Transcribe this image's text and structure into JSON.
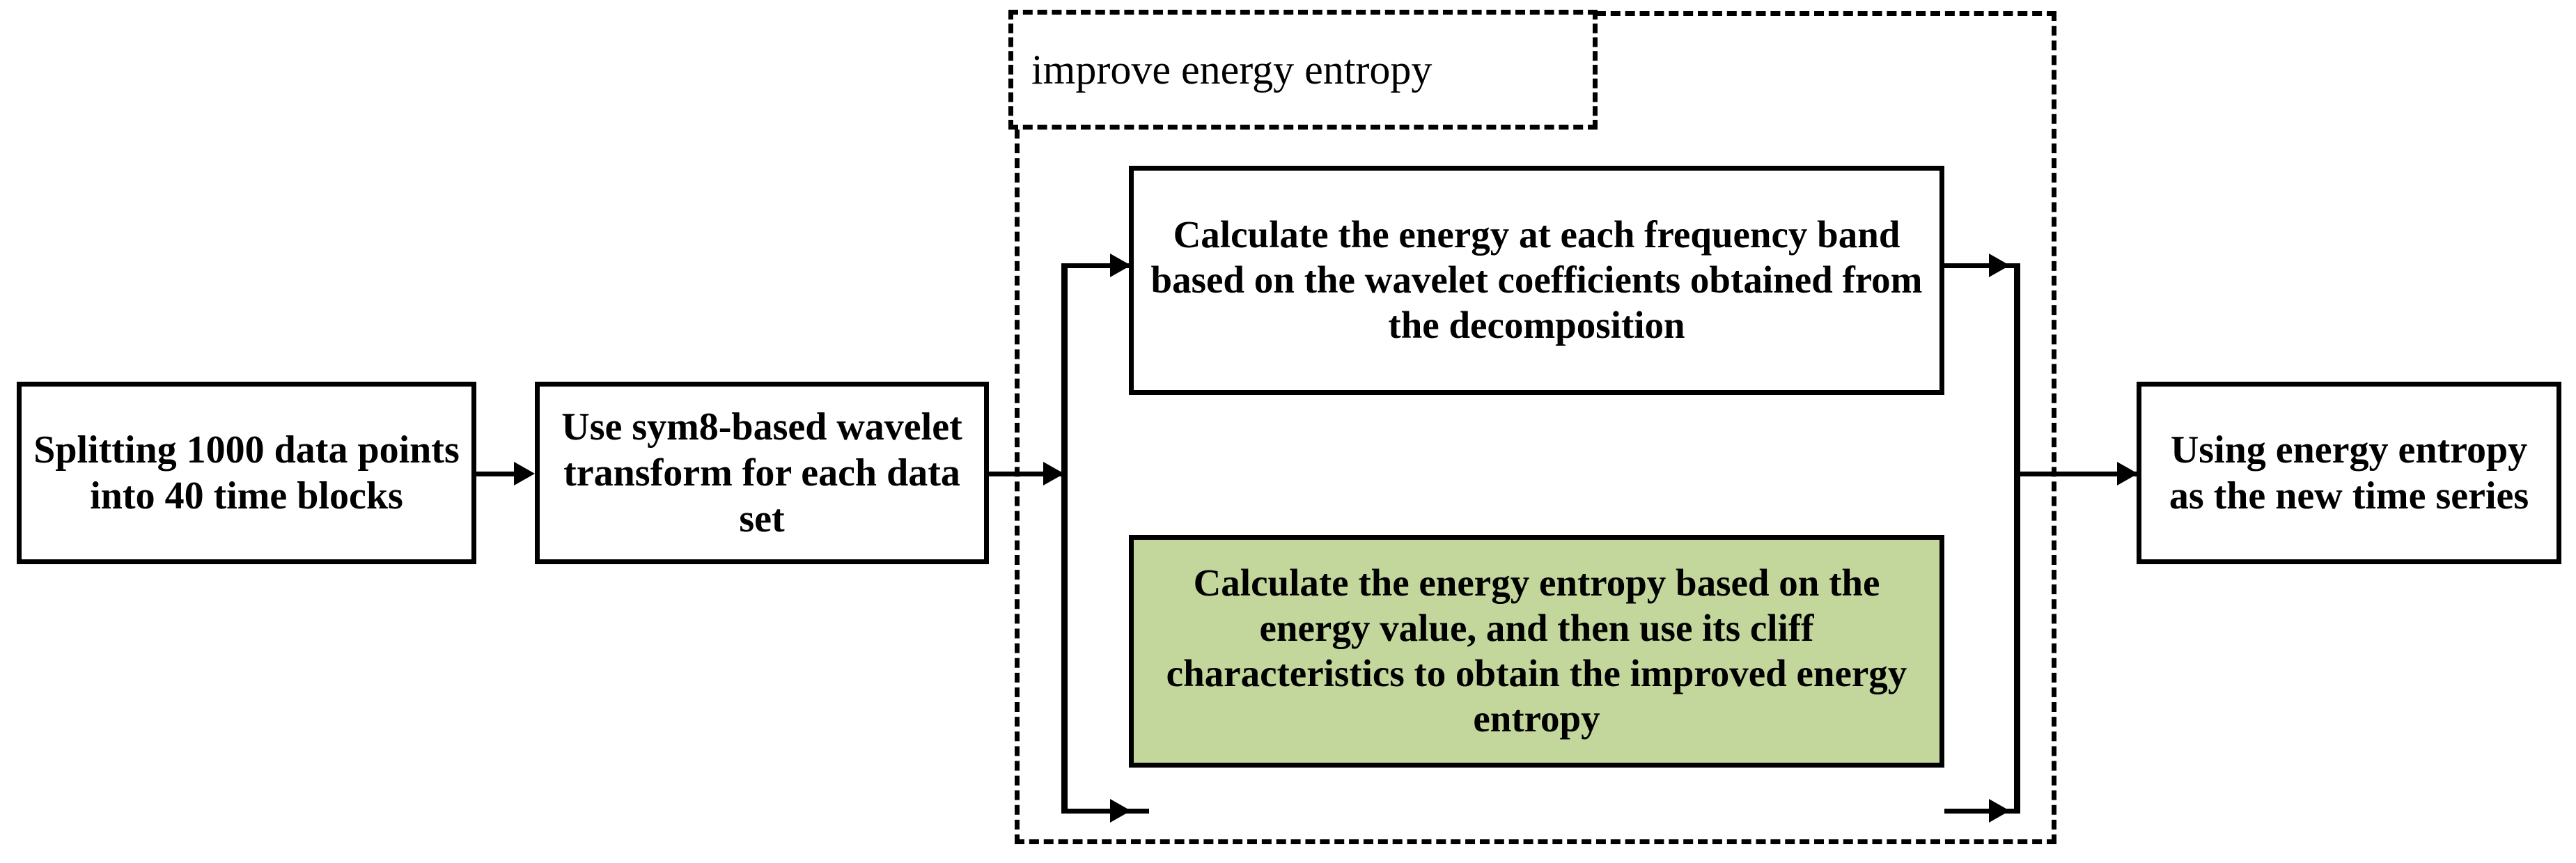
{
  "diagram": {
    "title_visible": false,
    "background_color": "#ffffff",
    "line_color": "#000000",
    "highlight_color": "#c3d69b"
  },
  "nodes": {
    "split_data": {
      "label": "Splitting 1000 data points into 40 time blocks",
      "fill": "#ffffff"
    },
    "wavelet_transform": {
      "label": "Use sym8-based wavelet transform for each data set",
      "fill": "#ffffff"
    },
    "calc_energy": {
      "label": "Calculate the energy at each frequency band based on the wavelet coefficients obtained from the decomposition",
      "fill": "#ffffff"
    },
    "calc_entropy": {
      "label": "Calculate the energy entropy based on the energy value, and then use its cliff characteristics to obtain the improved energy entropy",
      "fill": "#c3d69b"
    },
    "use_entropy": {
      "label": "Using energy entropy as the new time series",
      "fill": "#ffffff"
    }
  },
  "group": {
    "label": "improve energy entropy",
    "style": "dashed"
  },
  "flow": [
    "split_data",
    "wavelet_transform",
    "calc_energy",
    "calc_entropy",
    "use_entropy"
  ]
}
